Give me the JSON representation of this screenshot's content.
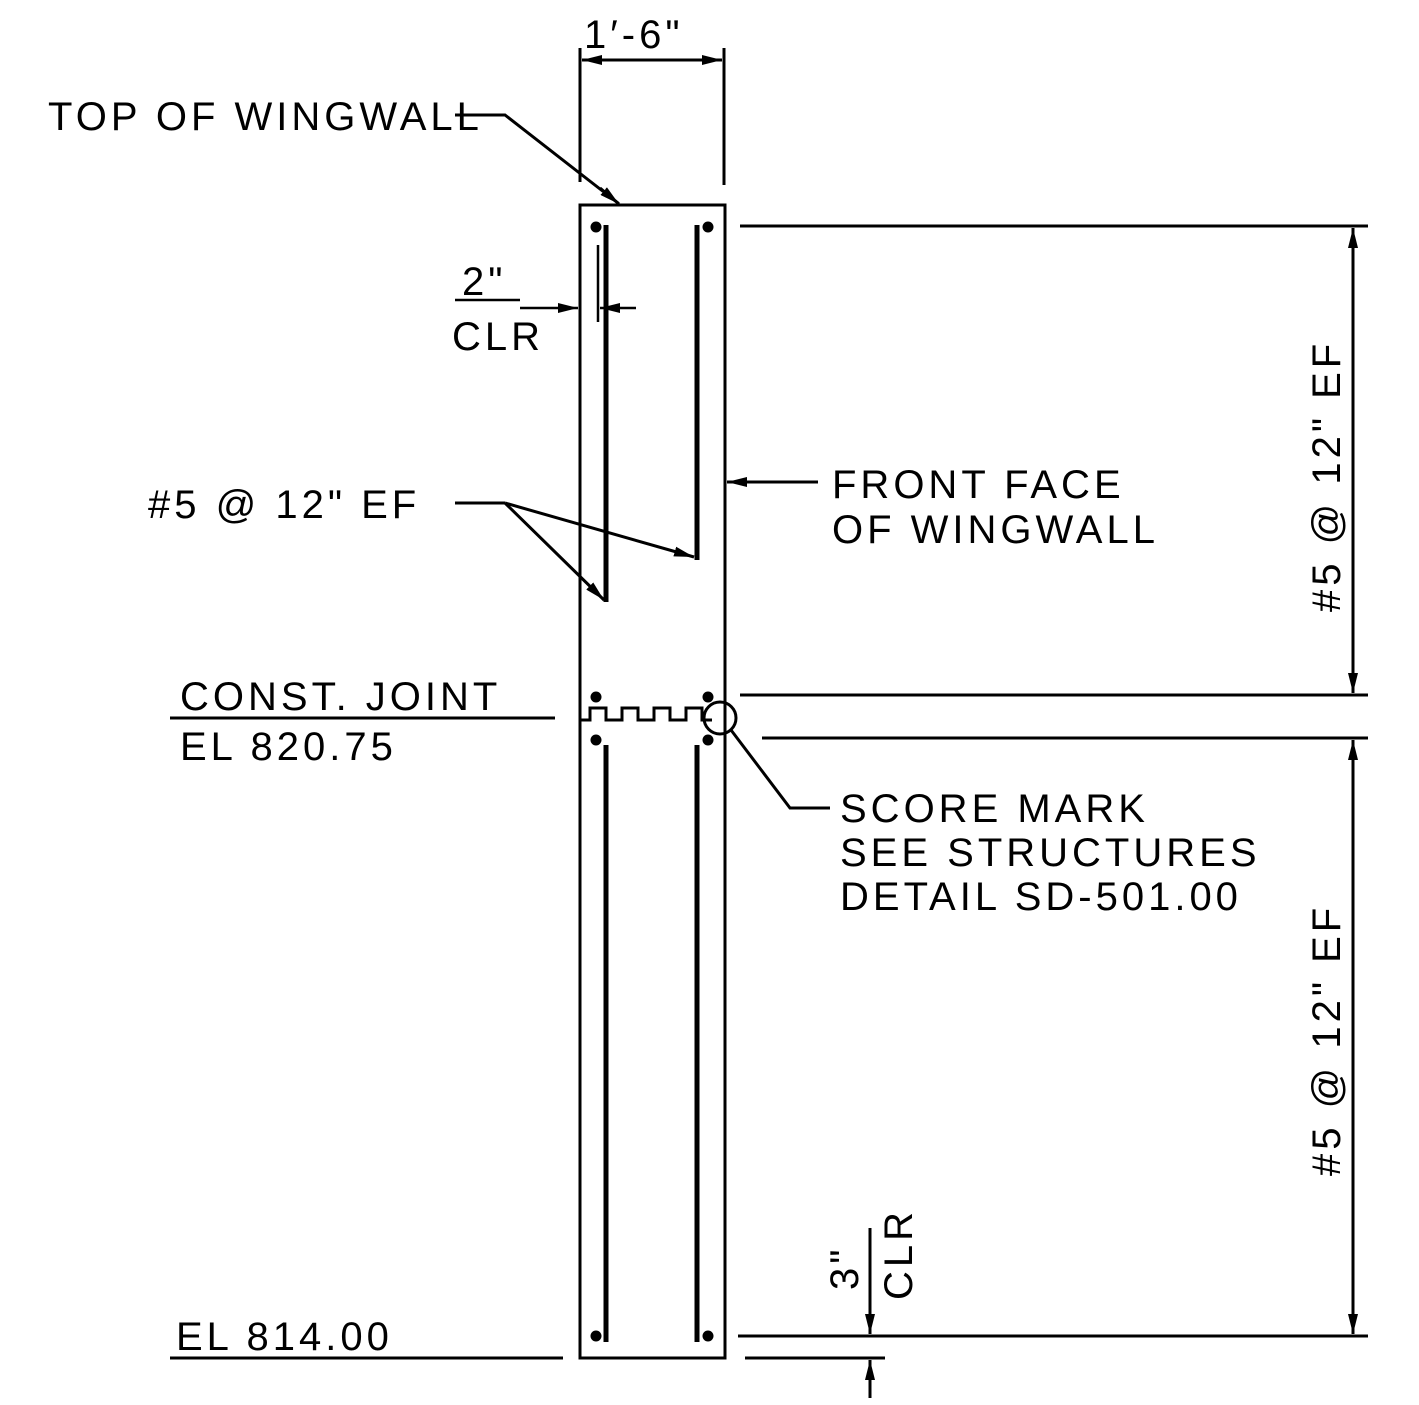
{
  "labels": {
    "width_dim": "1′-6\"",
    "top_of_wingwall": "TOP OF WINGWALL",
    "clear_2_value": "2\"",
    "clear_2_label": "CLR",
    "bars_left": "#5 @ 12\" EF",
    "front_face_line1": "FRONT FACE",
    "front_face_line2": "OF WINGWALL",
    "const_joint_line1": "CONST. JOINT",
    "const_joint_line2": "EL 820.75",
    "score_mark_line1": "SCORE MARK",
    "score_mark_line2": "SEE STRUCTURES",
    "score_mark_line3": "DETAIL SD-501.00",
    "bars_right_upper": "#5 @ 12\" EF",
    "bars_right_lower": "#5 @ 12\" EF",
    "clear_3_value": "3\"",
    "clear_3_label": "CLR",
    "bottom_elevation": "EL 814.00"
  }
}
